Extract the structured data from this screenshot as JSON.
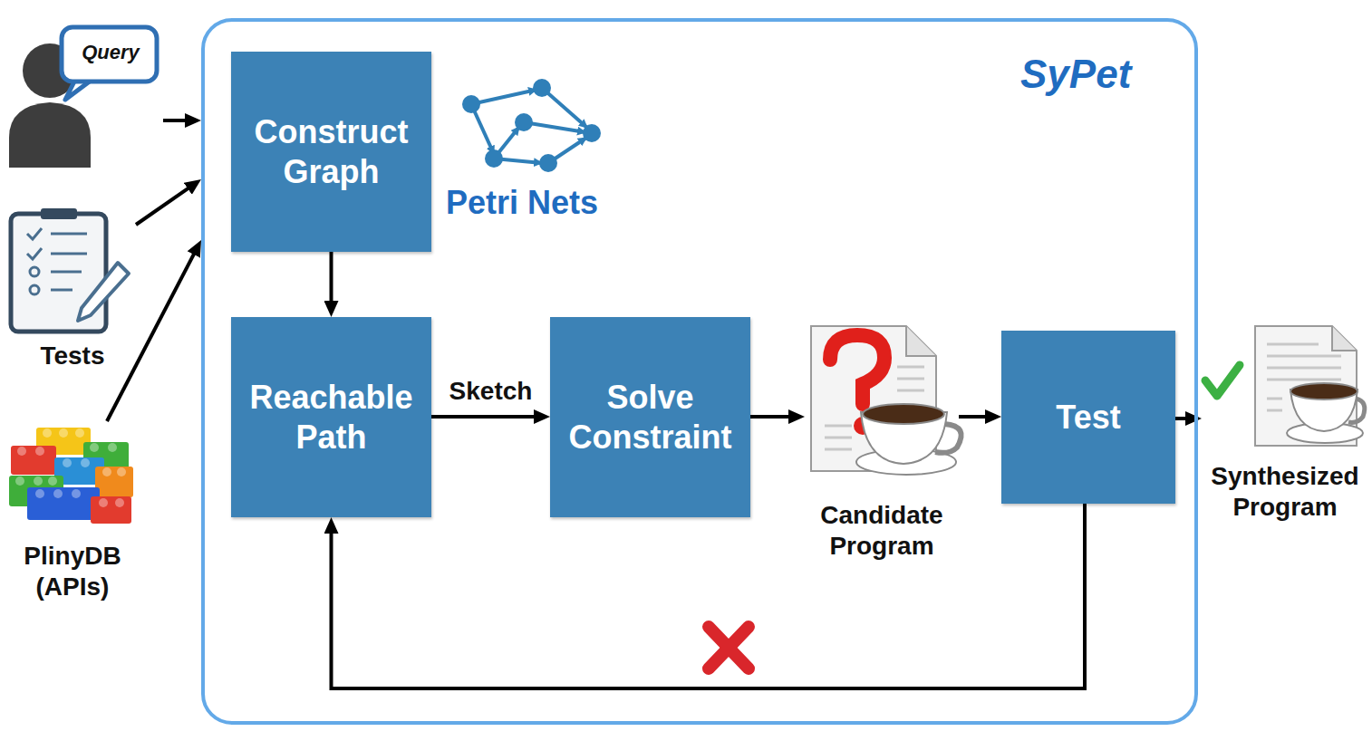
{
  "diagram": {
    "nodes": [
      {
        "text": [
          "Query"
        ]
      },
      {
        "text": [
          "Tests"
        ]
      },
      {
        "text": [
          "PlinyDB (APIs)"
        ]
      },
      {
        "text": [
          "SyPet"
        ]
      },
      {
        "text": [
          "Construct Graph"
        ],
        "in": 3
      },
      {
        "text": [
          "Reachable Path"
        ],
        "in": 3
      },
      {
        "text": [
          "Solve Constraint"
        ],
        "in": 3
      },
      {
        "text": [
          "Candidate Program"
        ],
        "in": 3
      },
      {
        "text": [
          "Test"
        ],
        "in": 3
      },
      {
        "text": [
          "Synthesized Program"
        ]
      }
    ],
    "edges": [
      {
        "from": 0,
        "to": 3,
        "arrow": "to"
      },
      {
        "from": 1,
        "to": 3,
        "arrow": "to"
      },
      {
        "from": 2,
        "to": 3,
        "arrow": "to"
      },
      {
        "from": 4,
        "to": 5,
        "arrow": "to"
      },
      {
        "from": 5,
        "to": 6,
        "label": "Sketch",
        "arrow": "to"
      },
      {
        "from": 6,
        "to": 7,
        "arrow": "to"
      },
      {
        "from": 7,
        "to": 8,
        "arrow": "to"
      },
      {
        "from": 8,
        "to": 9,
        "arrow": "to"
      },
      {
        "from": 8,
        "to": 5,
        "arrow": "to"
      }
    ],
    "labels": [
      "Petri Nets"
    ]
  }
}
